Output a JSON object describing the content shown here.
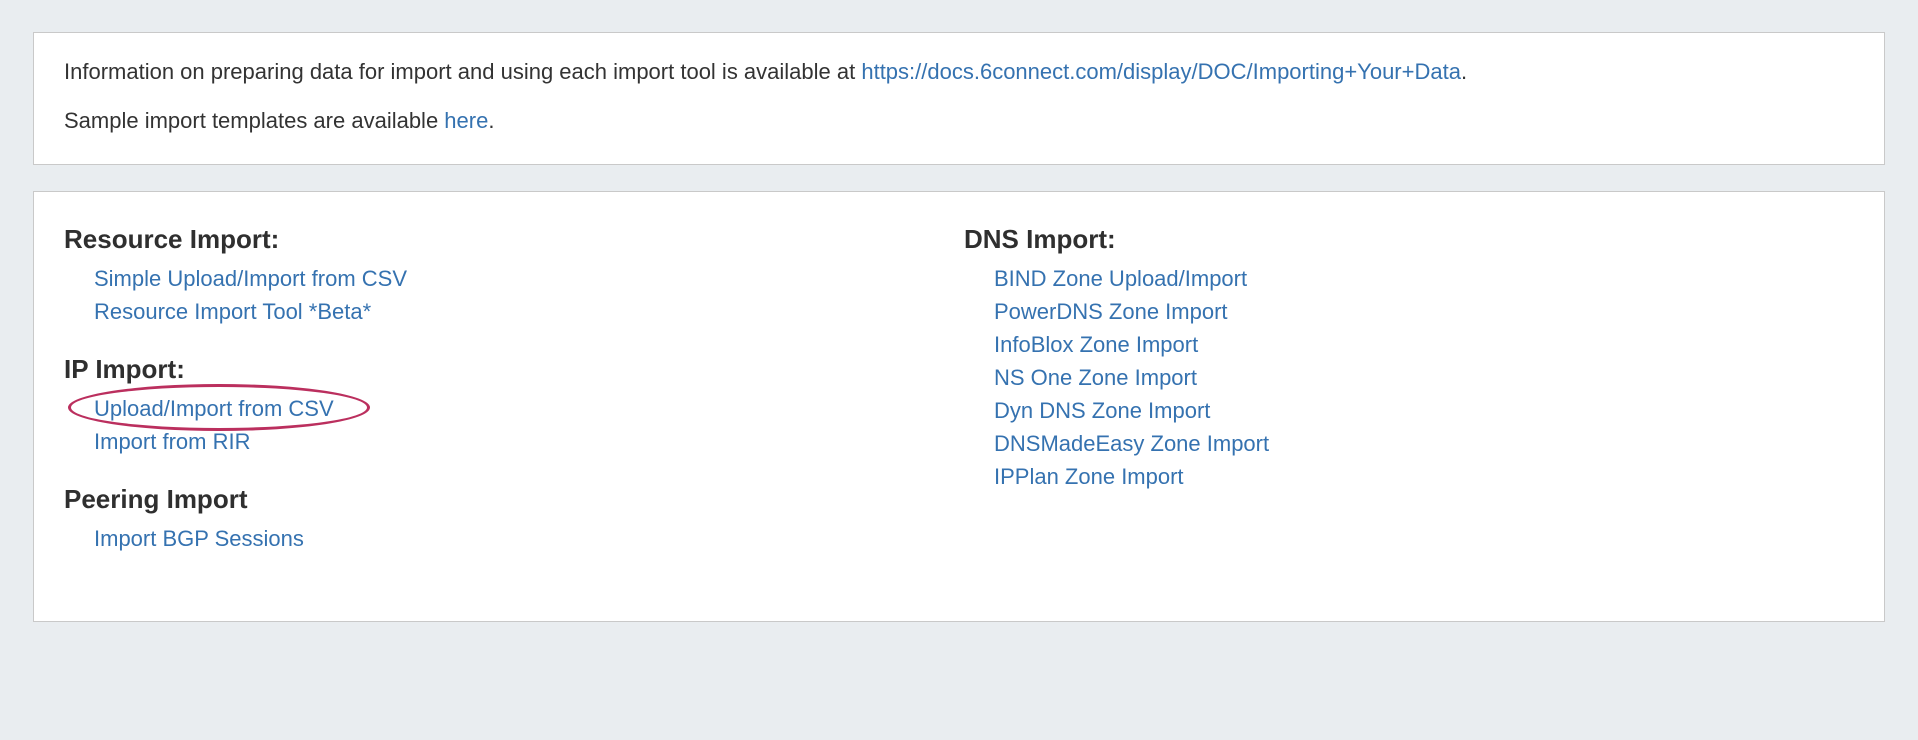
{
  "info_panel": {
    "line1": {
      "prefix": "Information on preparing data for import and using each import tool is available at ",
      "link": "https://docs.6connect.com/display/DOC/Importing+Your+Data",
      "suffix": "."
    },
    "line2": {
      "prefix": "Sample import templates are available ",
      "link": "here",
      "suffix": "."
    }
  },
  "sections": {
    "resource_import": {
      "heading": "Resource Import:",
      "links": [
        "Simple Upload/Import from CSV",
        "Resource Import Tool *Beta*"
      ]
    },
    "ip_import": {
      "heading": "IP Import:",
      "links": [
        "Upload/Import from CSV",
        "Import from RIR"
      ]
    },
    "peering_import": {
      "heading": "Peering Import",
      "links": [
        "Import BGP Sessions"
      ]
    },
    "dns_import": {
      "heading": "DNS Import:",
      "links": [
        "BIND Zone Upload/Import",
        "PowerDNS Zone Import",
        "InfoBlox Zone Import",
        "NS One Zone Import",
        "Dyn DNS Zone Import",
        "DNSMadeEasy Zone Import",
        "IPPlan Zone Import"
      ]
    }
  },
  "annotation": {
    "shape": "ellipse",
    "highlights": "Upload/Import from CSV"
  },
  "colors": {
    "link": "#3572b0",
    "annotation": "#bb2f5e",
    "background": "#e9edf0",
    "panel-border": "#c9c9c9",
    "text": "#333333"
  }
}
